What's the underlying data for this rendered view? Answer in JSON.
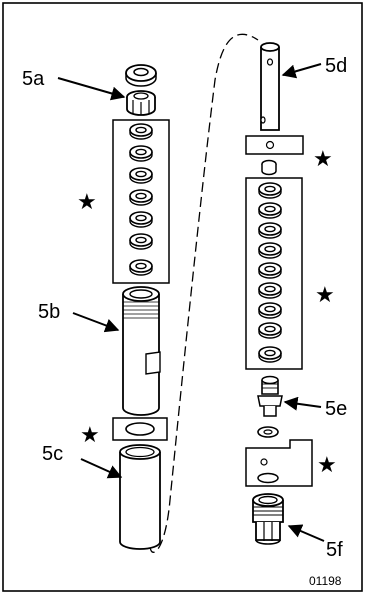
{
  "labels": {
    "a": "5a",
    "b": "5b",
    "c": "5c",
    "d": "5d",
    "e": "5e",
    "f": "5f"
  },
  "star": "★",
  "figure_code": "01198"
}
